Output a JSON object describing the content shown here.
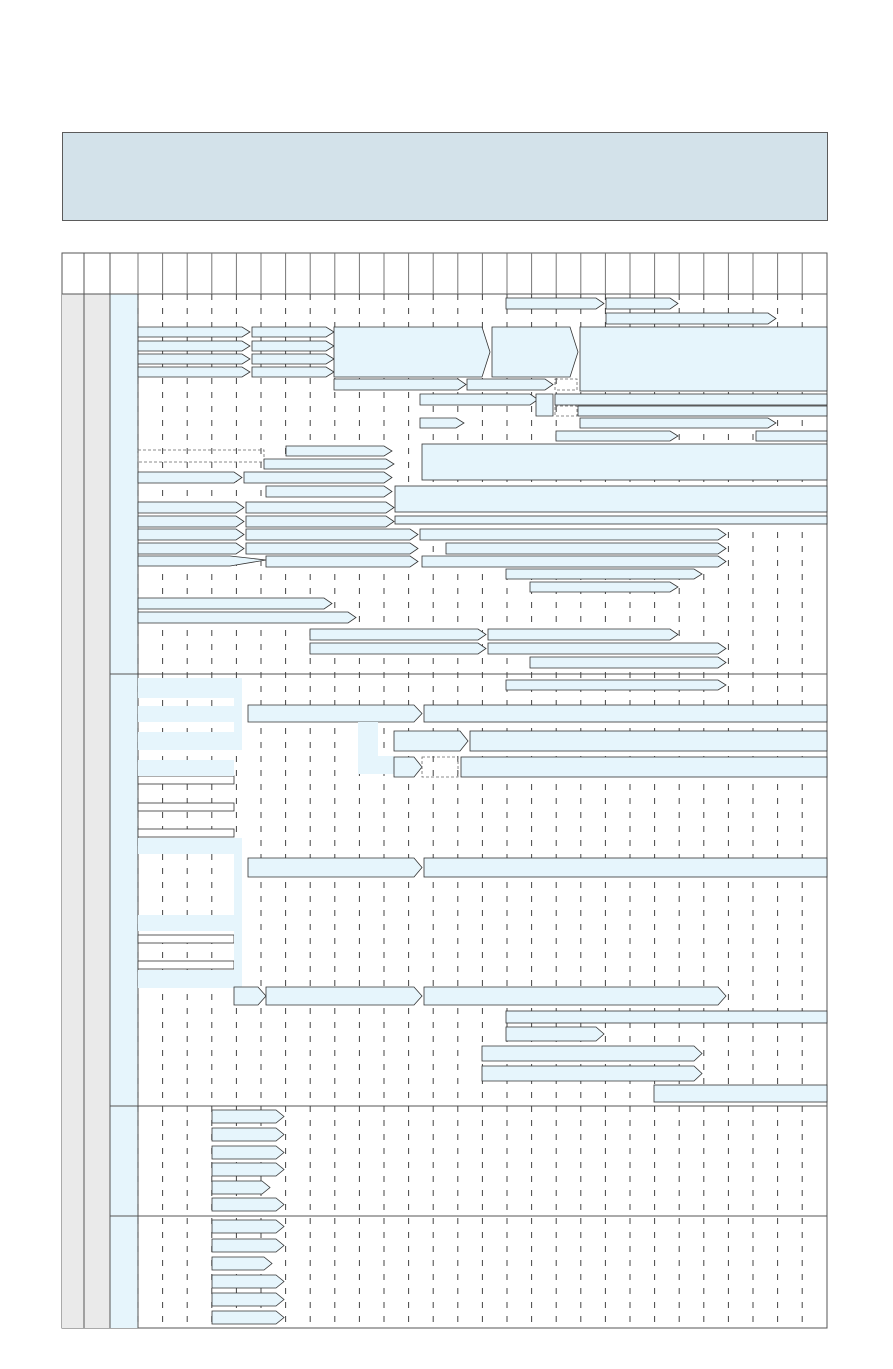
{
  "header": {
    "title": ""
  },
  "colors": {
    "banner": "#d3e2ea",
    "bar_fill": "#e6f5fc",
    "bar_stroke": "#333333",
    "label_column": "#eaeaea",
    "group_column": "#e6f5fc",
    "grid_dash": "#444444"
  },
  "diagram": {
    "timeline_columns": 28,
    "sections": [
      {
        "name": "",
        "rows": 24
      },
      {
        "name": "",
        "rows": 24
      },
      {
        "name": "",
        "rows": 6
      },
      {
        "name": "",
        "rows": 6
      }
    ]
  }
}
